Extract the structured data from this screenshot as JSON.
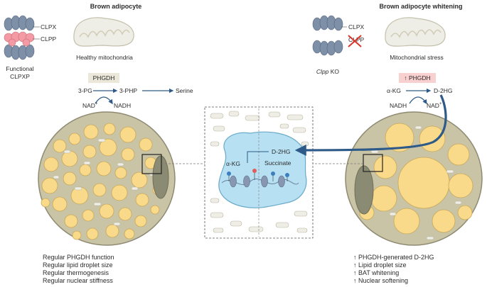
{
  "left": {
    "title": "Brown adipocyte",
    "clpx_label": "CLPX",
    "clpp_label": "CLPP",
    "complex_label_1": "Functional",
    "complex_label_2": "CLPXP",
    "mito_label": "Healthy mitochondria",
    "enzyme": "PHGDH",
    "substrate": "3-PG",
    "product": "3-PHP",
    "end_product": "Serine",
    "cofactor_in": "NAD",
    "cofactor_in_sup": "+",
    "cofactor_out": "NADH",
    "summary": [
      "Regular PHGDH function",
      "Regular lipid droplet size",
      "Regular thermogenesis",
      "Regular nuclear stiffness"
    ]
  },
  "right": {
    "title": "Brown adipocyte whitening",
    "clpx_label": "CLPX",
    "clpp_label": "CLPP",
    "ko_label_italic": "Clpp",
    "ko_label_rest": " KO",
    "mito_label": "Mitochondrial stress",
    "enzyme": "↑ PHGDH",
    "substrate": "α-KG",
    "product": "D-2HG",
    "cofactor_in": "NADH",
    "cofactor_out": "NAD",
    "cofactor_out_sup": "+",
    "summary": [
      "↑  PHGDH-generated D-2HG",
      "↑  Lipid droplet size",
      "↑  BAT whitening",
      "↑  Nuclear softening"
    ]
  },
  "center": {
    "metabolite_in": "D-2HG",
    "metabolite_akg": "α-KG",
    "metabolite_succ": "Succinate"
  },
  "colors": {
    "cell_fill": "#c9c4a6",
    "droplet_fill": "#f9d98a",
    "droplet_stroke": "#c9a85a",
    "nucleus_fill": "#8b8b73",
    "nucleus_center_fill": "#b7e1f3",
    "mito_fill": "#efeee6",
    "arrow": "#2d5a88",
    "protease_blue": "#7e8fa8",
    "protease_pink": "#f39aa4",
    "enzyme_box": "#ebe8da",
    "enzyme_box_up": "#f8d0d0",
    "ko_cross": "#d8342b"
  }
}
